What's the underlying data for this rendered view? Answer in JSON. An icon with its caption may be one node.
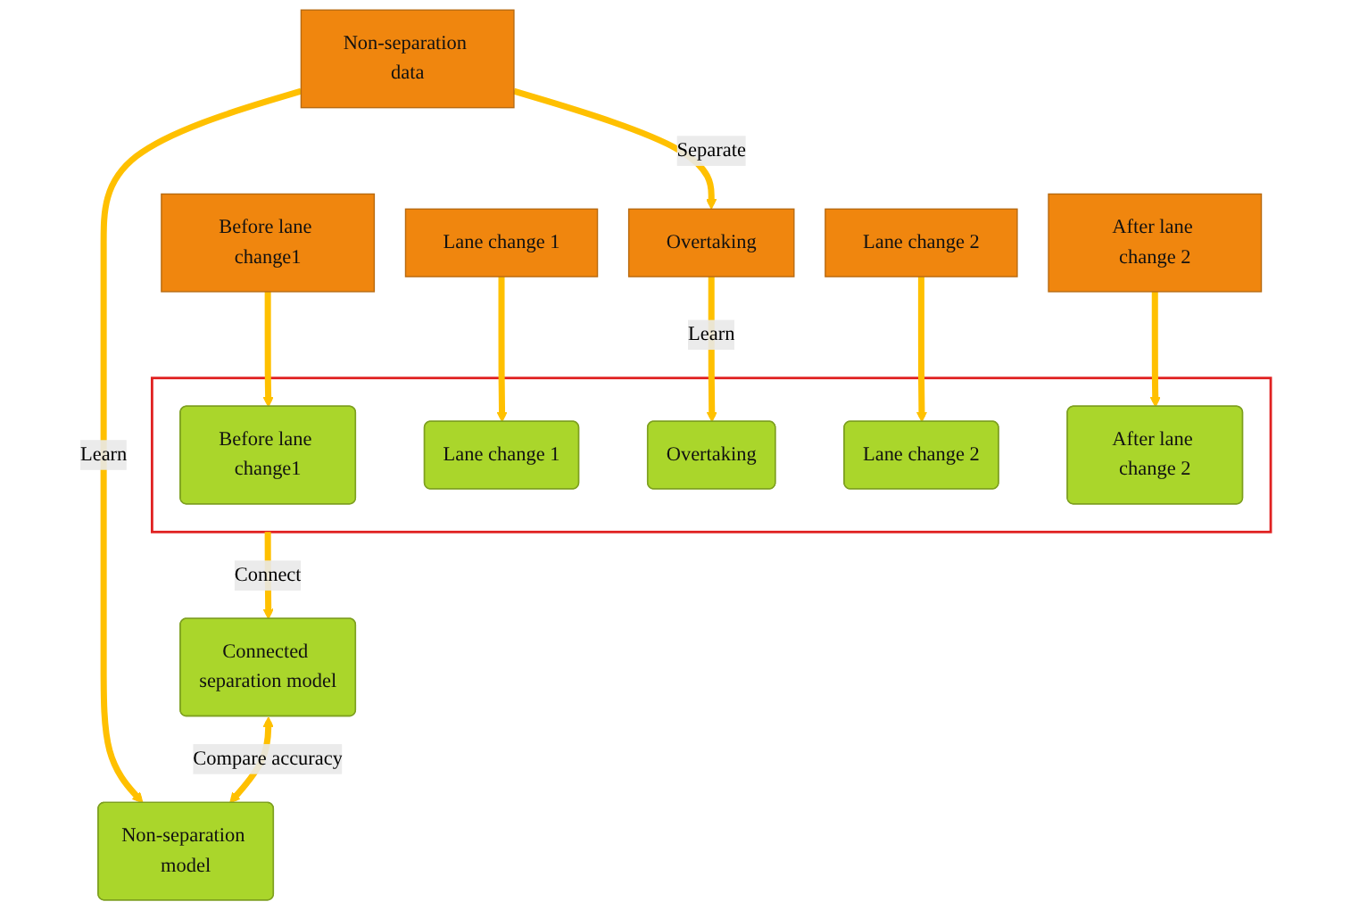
{
  "diagram": {
    "nodes": [
      {
        "text": [
          "Non-separation data"
        ]
      },
      {
        "text": [
          "Before lane change1"
        ]
      },
      {
        "text": [
          "Lane change 1"
        ]
      },
      {
        "text": [
          "Overtaking"
        ]
      },
      {
        "text": [
          "Lane change 2"
        ]
      },
      {
        "text": [
          "After lane change 2"
        ]
      },
      {
        "text": [],
        "shape": "box"
      },
      {
        "text": [
          "Before lane change1"
        ],
        "in": 6
      },
      {
        "text": [
          "Lane change 1"
        ],
        "in": 6
      },
      {
        "text": [
          "Overtaking"
        ],
        "in": 6
      },
      {
        "text": [
          "Lane change 2"
        ],
        "in": 6
      },
      {
        "text": [
          "After lane change 2"
        ],
        "in": 6
      },
      {
        "text": [
          "Connected separation model"
        ]
      },
      {
        "text": [
          "Non-separation model"
        ]
      }
    ],
    "edges": [
      {
        "from": 0,
        "to": 13,
        "arrow": "to",
        "label": "Learn"
      },
      {
        "from": 0,
        "to": 3,
        "arrow": "to",
        "label": "Separate"
      },
      {
        "from": 1,
        "to": 7,
        "arrow": "to"
      },
      {
        "from": 2,
        "to": 8,
        "arrow": "to"
      },
      {
        "from": 3,
        "to": 9,
        "arrow": "to",
        "label": "Learn"
      },
      {
        "from": 4,
        "to": 10,
        "arrow": "to"
      },
      {
        "from": 5,
        "to": 11,
        "arrow": "to"
      },
      {
        "from": 6,
        "to": 12,
        "arrow": "to",
        "label": "Connect"
      },
      {
        "from": 12,
        "to": 13,
        "arrow": "both",
        "label": "Compare accuracy"
      }
    ]
  }
}
